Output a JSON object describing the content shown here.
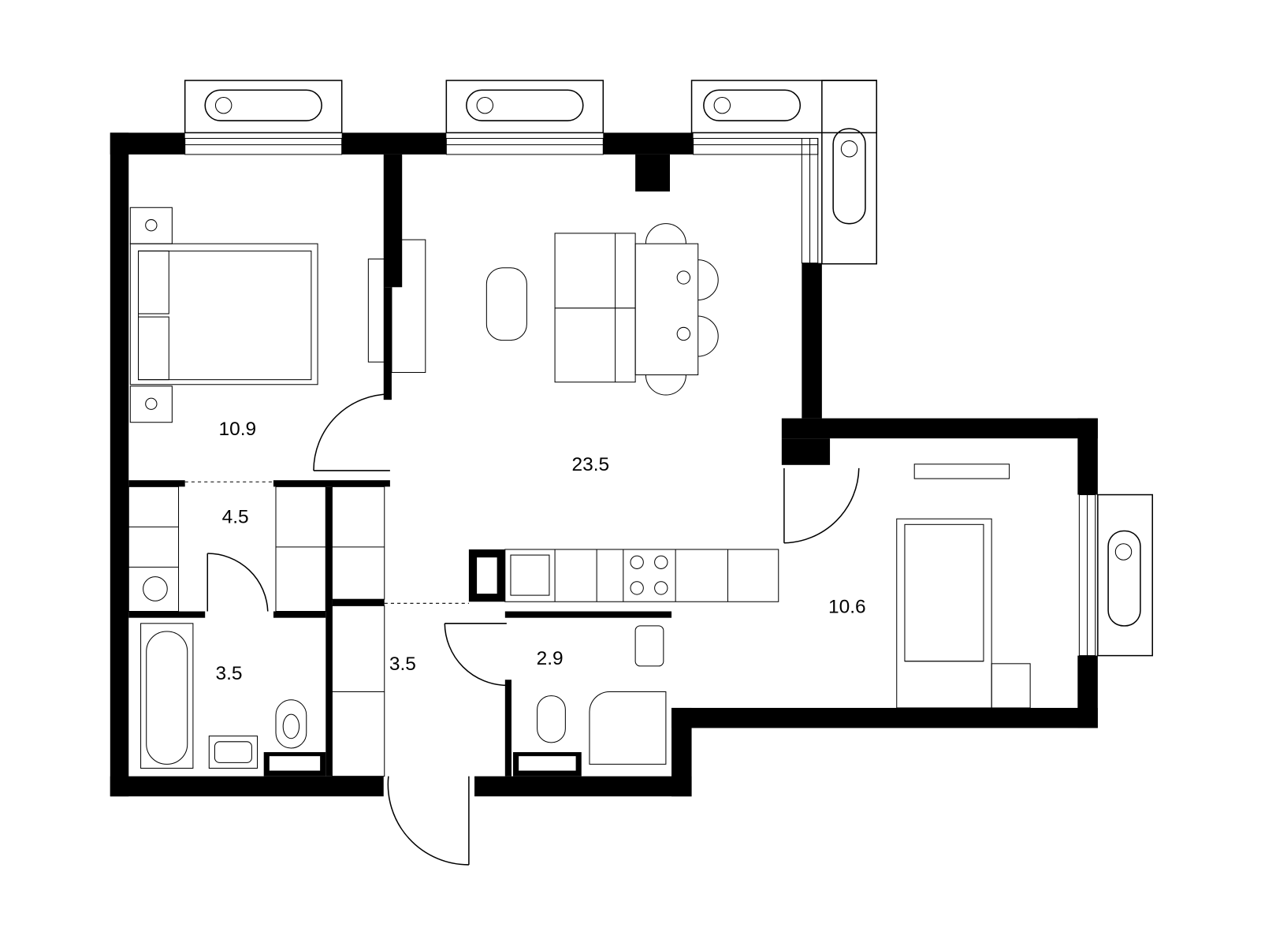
{
  "plan": {
    "rooms": [
      {
        "name": "bedroom",
        "area": "10.9"
      },
      {
        "name": "living-kitchen",
        "area": "23.5"
      },
      {
        "name": "wardrobe",
        "area": "4.5"
      },
      {
        "name": "bathroom",
        "area": "3.5"
      },
      {
        "name": "hallway",
        "area": "3.5"
      },
      {
        "name": "toilet",
        "area": "2.9"
      },
      {
        "name": "kids-room",
        "area": "10.6"
      }
    ]
  },
  "colors": {
    "wall": "#000000",
    "background": "#ffffff"
  }
}
